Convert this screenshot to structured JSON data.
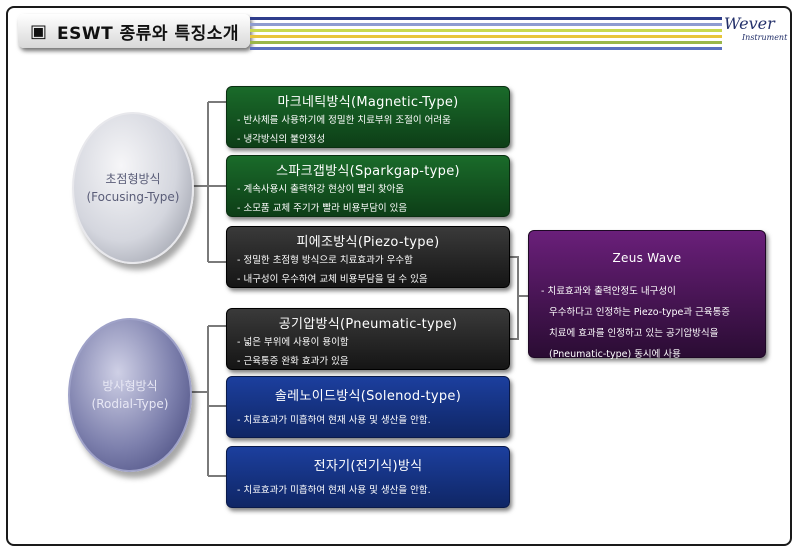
{
  "header": {
    "square_icon": "▣",
    "title": "ESWT 종류와 특징소개"
  },
  "logo": {
    "name": "Wever",
    "sub": "Instrument"
  },
  "stripe_colors": [
    "#2f3d8c",
    "#8e9cd0",
    "#c9d94f",
    "#e8c53a",
    "#9ab64a",
    "#5a6fc0"
  ],
  "groups": {
    "focusing": {
      "line1": "초점형방식",
      "line2": "(Focusing-Type)"
    },
    "radial": {
      "line1": "방사형방식",
      "line2": "(Rodial-Type)"
    }
  },
  "methods": [
    {
      "title": "마크네틱방식(Magnetic-Type)",
      "lines": [
        "- 반사체를 사용하기에 정밀한 치료부위 조절이 어려움",
        "- 냉각방식의 불안정성"
      ]
    },
    {
      "title": "스파크갭방식(Sparkgap-type)",
      "lines": [
        "- 계속사용시 출력하강 현상이 빨리 찾아옴",
        "- 소모품 교체 주기가 빨라 비용부담이 있음"
      ]
    },
    {
      "title": "피에조방식(Piezo-type)",
      "lines": [
        "- 정밀한 초점형 방식으로 치료효과가 우수함",
        "- 내구성이 우수하여 교체 비용부담을 덜 수 있음"
      ]
    },
    {
      "title": "공기압방식(Pneumatic-type)",
      "lines": [
        "- 넓은 부위에 사용이 용이함",
        "- 근육통증 완화 효과가 있음"
      ]
    },
    {
      "title": "솔레노이드방식(Solenod-type)",
      "lines": [
        "- 치료효과가 미흡하여 현재 사용 및 생산을 안함."
      ]
    },
    {
      "title": "전자기(전기식)방식",
      "lines": [
        "- 치료효과가 미흡하여 현재 사용 및 생산을 안함."
      ]
    }
  ],
  "zeus": {
    "title": "Zeus Wave",
    "lines": [
      "- 치료효과와 출력안정도 내구성이",
      "우수하다고 인정하는 Piezo-type과 근육통증",
      "치료에 효과를 인정하고 있는 공기압방식을",
      "(Pneumatic-type) 동시에 사용"
    ]
  }
}
